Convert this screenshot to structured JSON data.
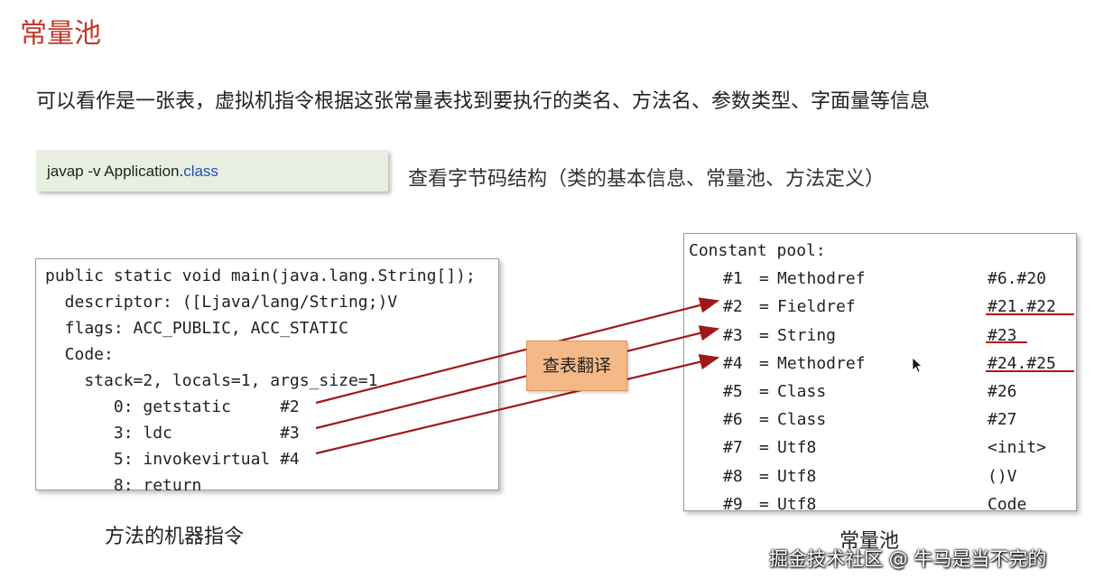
{
  "slide": {
    "title": "常量池",
    "description": "可以看作是一张表，虚拟机指令根据这张常量表找到要执行的类名、方法名、参数类型、字面量等信息",
    "command_prefix": "javap -v Application.",
    "command_keyword": "class",
    "command_caption": "查看字节码结构（类的基本信息、常量池、方法定义）",
    "lookup_label": "查表翻译",
    "left_caption": "方法的机器指令",
    "right_caption": "常量池",
    "watermark": "掘金技术社区 @ 牛马是当不完的"
  },
  "method_code": [
    "public static void main(java.lang.String[]);",
    "  descriptor: ([Ljava/lang/String;)V",
    "  flags: ACC_PUBLIC, ACC_STATIC",
    "  Code:",
    "    stack=2, locals=1, args_size=1",
    "       0: getstatic     #2",
    "       3: ldc           #3",
    "       5: invokevirtual #4",
    "       8: return"
  ],
  "constant_pool": {
    "header": "Constant pool:",
    "entries": [
      {
        "idx": "#1",
        "eq": "=",
        "type": "Methodref",
        "value": "#6.#20"
      },
      {
        "idx": "#2",
        "eq": "=",
        "type": "Fieldref",
        "value": "#21.#22"
      },
      {
        "idx": "#3",
        "eq": "=",
        "type": "String",
        "value": "#23"
      },
      {
        "idx": "#4",
        "eq": "=",
        "type": "Methodref",
        "value": "#24.#25"
      },
      {
        "idx": "#5",
        "eq": "=",
        "type": "Class",
        "value": "#26"
      },
      {
        "idx": "#6",
        "eq": "=",
        "type": "Class",
        "value": "#27"
      },
      {
        "idx": "#7",
        "eq": "=",
        "type": "Utf8",
        "value": "<init>"
      },
      {
        "idx": "#8",
        "eq": "=",
        "type": "Utf8",
        "value": "()V"
      },
      {
        "idx": "#9",
        "eq": "=",
        "type": "Utf8",
        "value": "Code"
      }
    ]
  },
  "colors": {
    "title": "#c0392b",
    "arrow": "#a01818",
    "underline": "#c01010",
    "command_bg": "#e8efe0",
    "lookup_bg": "#f5b987",
    "keyword": "#1f4fb5"
  }
}
